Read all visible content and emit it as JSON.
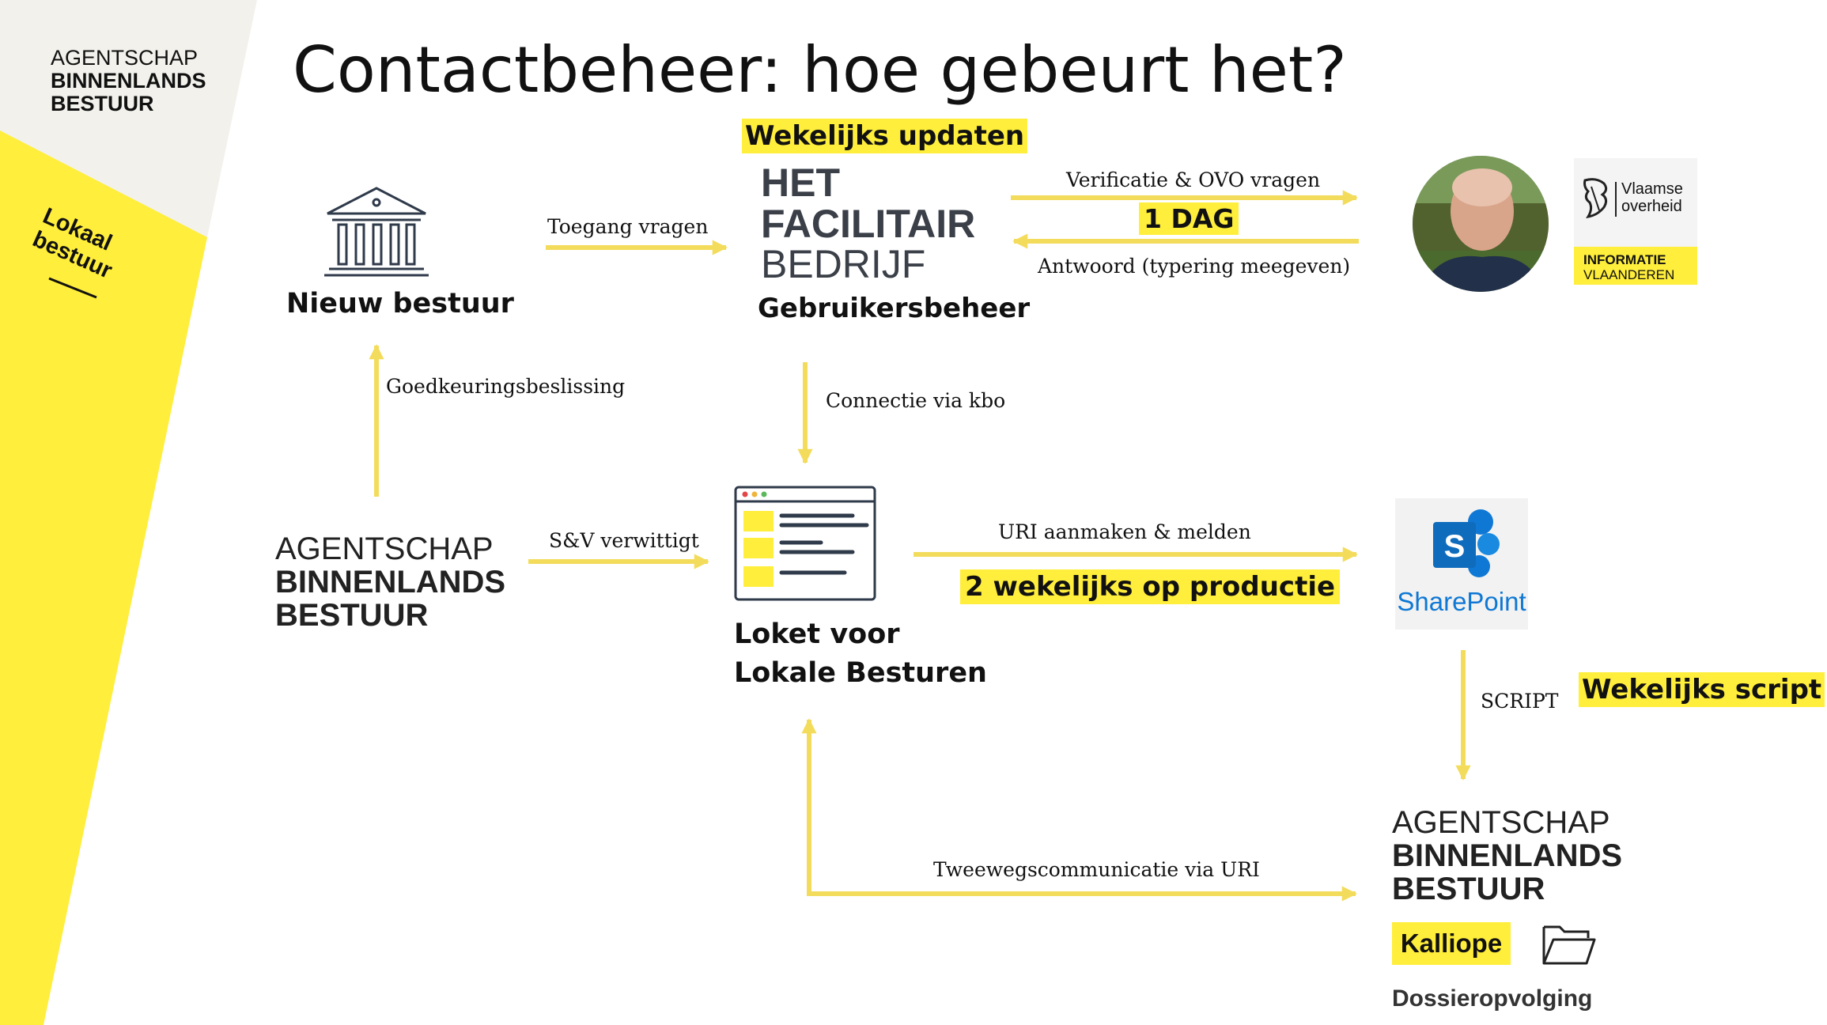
{
  "corner_logo": {
    "line1": "AGENTSCHAP",
    "line2": "BINNENLANDS",
    "line3": "BESTUUR"
  },
  "sidebar_tag": {
    "line1": "Lokaal",
    "line2": "bestuur"
  },
  "title": {
    "main": "Contactbeheer",
    "rest": ": hoe gebeurt het?"
  },
  "highlights": {
    "weekly_update": "Wekelijks updaten",
    "one_day": "1 DAG",
    "biweekly_production": "2 wekelijks op productie",
    "weekly_script": "Wekelijks script"
  },
  "nodes": {
    "new_board": "Nieuw bestuur",
    "facilitair": {
      "line1": "HET",
      "line2": "FACILITAIR",
      "line3": "BEDRIJF",
      "caption": "Gebruikersbeheer"
    },
    "vlaamse": {
      "line1": "Vlaamse",
      "line2": "overheid",
      "info1": "INFORMATIE",
      "info2": "VLAANDEREN"
    },
    "abb_left": {
      "line1": "AGENTSCHAP",
      "line2": "BINNENLANDS",
      "line3": "BESTUUR"
    },
    "loket": {
      "line1": "Loket voor",
      "line2": "Lokale Besturen"
    },
    "sharepoint": {
      "letter": "S",
      "name": "SharePoint"
    },
    "abb_right": {
      "line1": "AGENTSCHAP",
      "line2": "BINNENLANDS",
      "line3": "BESTUUR"
    },
    "kalliope": "Kalliope",
    "dossier": "Dossieropvolging"
  },
  "edges": {
    "access_request": "Toegang vragen",
    "verification": "Verificatie & OVO vragen",
    "answer": "Antwoord (typering meegeven)",
    "approval": "Goedkeuringsbeslissing",
    "kbo_connection": "Connectie via kbo",
    "notified": "S&V verwittigt",
    "uri_create": "URI aanmaken & melden",
    "script": "SCRIPT",
    "two_way": "Tweewegscommunicatie via URI"
  },
  "colors": {
    "accent_yellow": "#FFEE3B",
    "arrow_yellow": "#F3DC5C",
    "sidebar_grey": "#F2F1EC",
    "sharepoint_blue": "#0F78D4"
  }
}
